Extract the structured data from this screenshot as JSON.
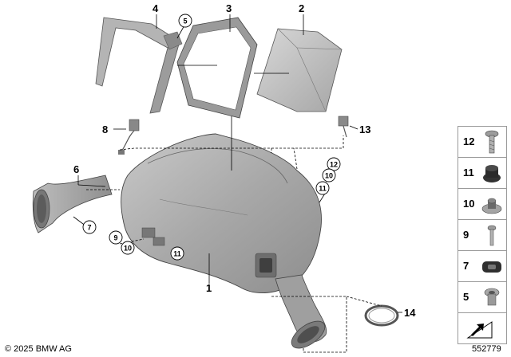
{
  "callouts": [
    {
      "id": "1",
      "label": "1"
    },
    {
      "id": "2",
      "label": "2"
    },
    {
      "id": "3",
      "label": "3"
    },
    {
      "id": "4",
      "label": "4"
    },
    {
      "id": "5",
      "label": "5"
    },
    {
      "id": "6",
      "label": "6"
    },
    {
      "id": "7",
      "label": "7"
    },
    {
      "id": "8",
      "label": "8"
    },
    {
      "id": "9",
      "label": "9"
    },
    {
      "id": "10",
      "label": "10"
    },
    {
      "id": "11",
      "label": "11"
    },
    {
      "id": "12",
      "label": "12"
    },
    {
      "id": "13",
      "label": "13"
    },
    {
      "id": "14",
      "label": "14"
    }
  ],
  "side_panel": [
    {
      "number": "12",
      "icon": "screw-icon"
    },
    {
      "number": "11",
      "icon": "rubber-grommet-icon"
    },
    {
      "number": "10",
      "icon": "washer-grommet-icon"
    },
    {
      "number": "9",
      "icon": "small-screw-icon"
    },
    {
      "number": "7",
      "icon": "rubber-bushing-icon"
    },
    {
      "number": "5",
      "icon": "collar-screw-icon"
    },
    {
      "number": "",
      "icon": "parts-kit-icon"
    }
  ],
  "footer": {
    "copyright": "© 2025 BMW AG",
    "ref_number": "552779"
  }
}
